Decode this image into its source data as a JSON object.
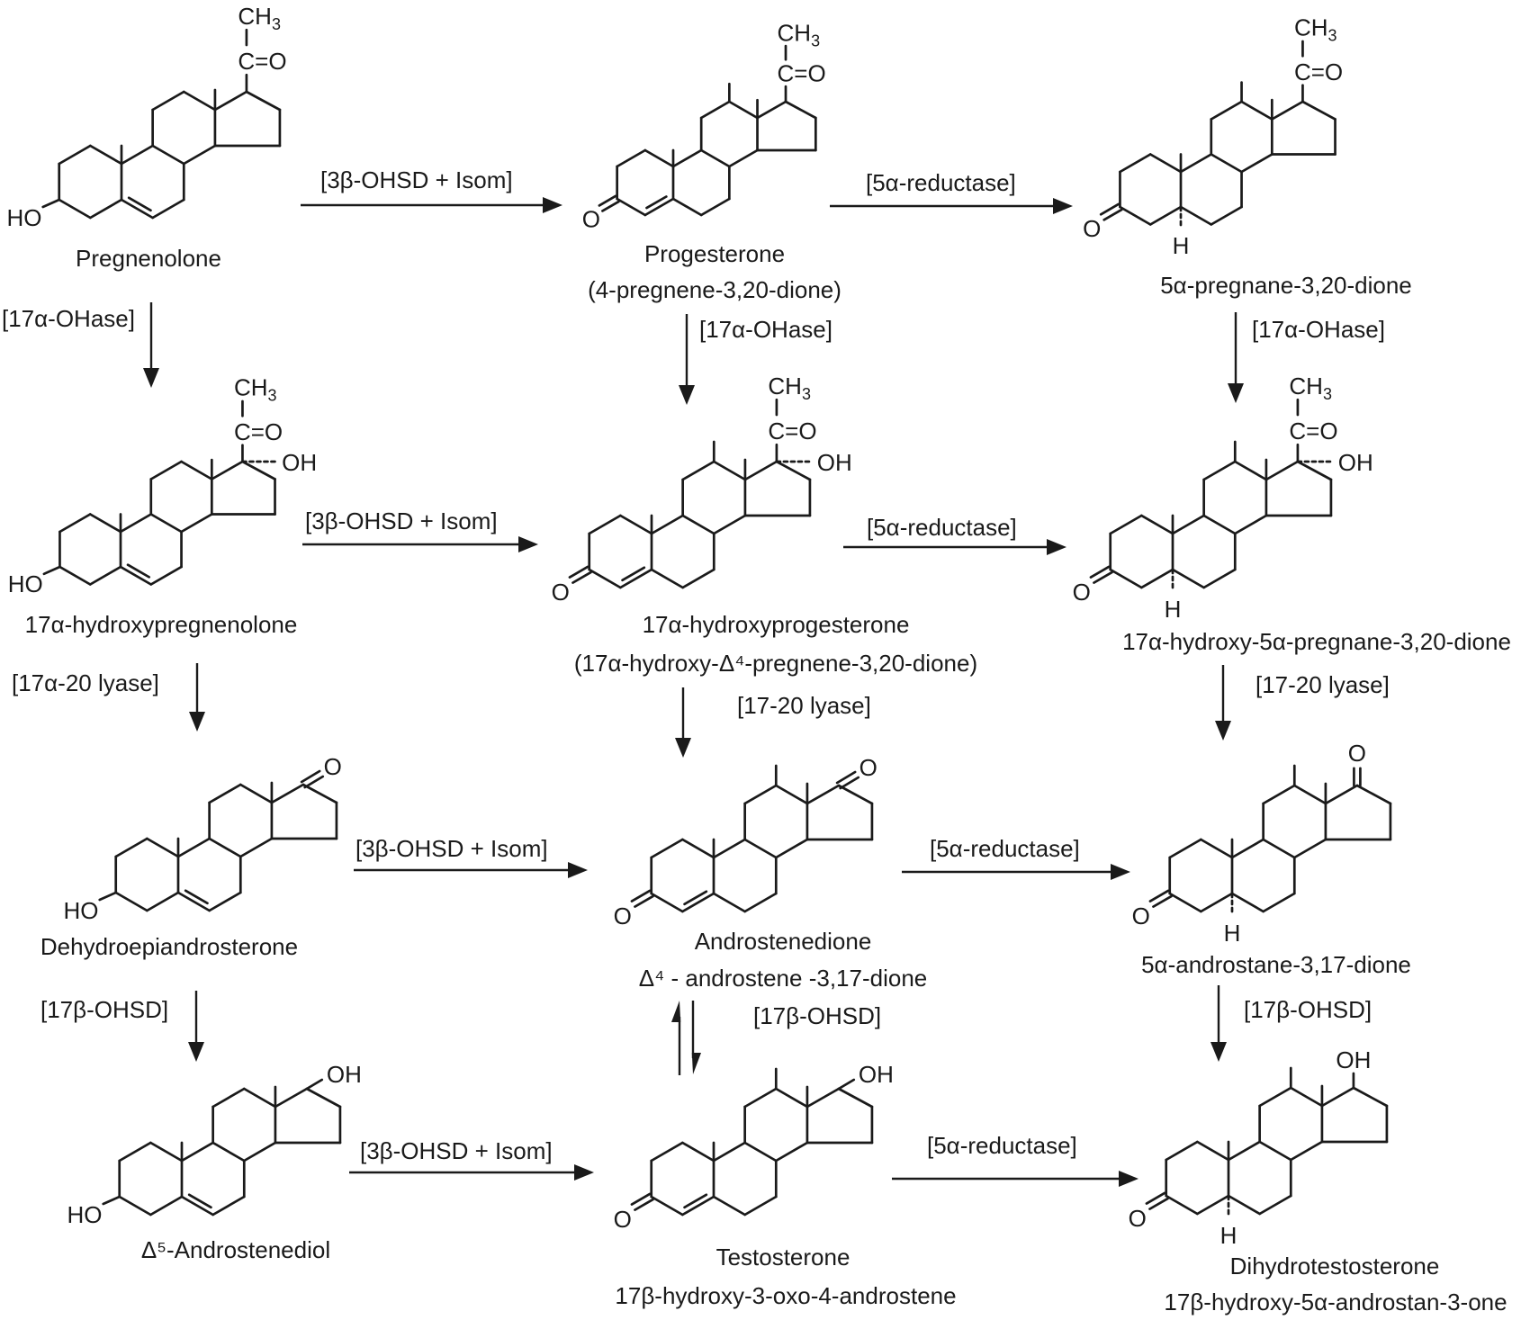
{
  "atom_labels": {
    "hydroxyl_left": "HO",
    "hydroxyl": "OH",
    "oxo": "O",
    "hydrogen": "H",
    "carbonyl": "C=O",
    "methyl": "CH",
    "methyl_subscript": "3"
  },
  "compounds": [
    {
      "name": "Pregnenolone"
    },
    {
      "name": "Progesterone",
      "subtitle": "(4-pregnene-3,20-dione)"
    },
    {
      "name": "5α-pregnane-3,20-dione"
    },
    {
      "name": "17α-hydroxypregnenolone"
    },
    {
      "name": "17α-hydroxyprogesterone",
      "subtitle": "(17α-hydroxy-Δ⁴-pregnene-3,20-dione)"
    },
    {
      "name": "17α-hydroxy-5α-pregnane-3,20-dione"
    },
    {
      "name": "Dehydroepiandrosterone"
    },
    {
      "name": "Androstenedione",
      "subtitle": "Δ⁴ - androstene -3,17-dione"
    },
    {
      "name": "5α-androstane-3,17-dione"
    },
    {
      "name": "Δ⁵-Androstenediol"
    },
    {
      "name": "Testosterone",
      "subtitle": "17β-hydroxy-3-oxo-4-androstene"
    },
    {
      "name": "Dihydrotestosterone",
      "subtitle": "17β-hydroxy-5α-androstan-3-one"
    }
  ],
  "enzymes": {
    "horizontal": [
      "[3β-OHSD + Isom]",
      "[5α-reductase]",
      "[3β-OHSD + Isom]",
      "[5α-reductase]",
      "[3β-OHSD + Isom]",
      "[5α-reductase]",
      "[3β-OHSD + Isom]",
      "[5α-reductase]"
    ],
    "vertical": [
      "[17α-OHase]",
      "[17α-20 lyase]",
      "[17β-OHSD]",
      "[17α-OHase]",
      "[17-20 lyase]",
      "[17β-OHSD]",
      "[17α-OHase]",
      "[17-20 lyase]",
      "[17β-OHSD]"
    ]
  }
}
